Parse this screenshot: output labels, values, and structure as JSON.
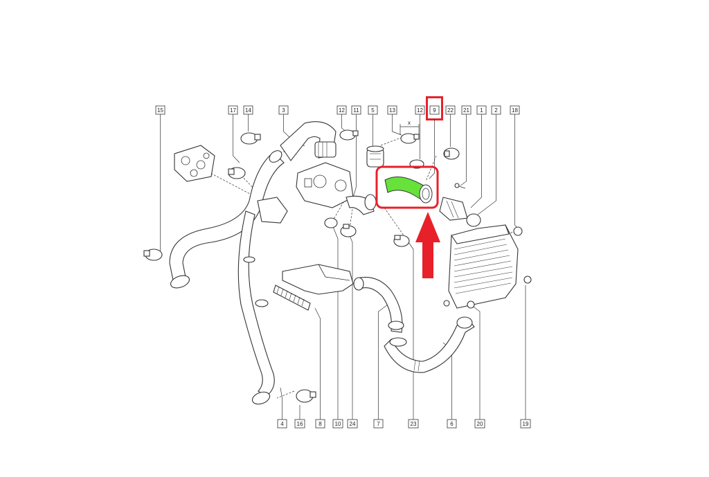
{
  "colors": {
    "highlight_red": "#e8202a",
    "highlight_green": "#66e23a",
    "line": "#333333",
    "background": "#ffffff"
  },
  "top_callouts": [
    "15",
    "17",
    "14",
    "3",
    "12",
    "11",
    "5",
    "13",
    "12",
    "9",
    "22",
    "21",
    "1",
    "2",
    "18"
  ],
  "bottom_callouts": [
    "4",
    "16",
    "8",
    "10",
    "24",
    "7",
    "23",
    "6",
    "20",
    "19"
  ],
  "highlighted_callout": "9",
  "dimension_label": "x",
  "arrow_icon": "up-arrow-icon"
}
